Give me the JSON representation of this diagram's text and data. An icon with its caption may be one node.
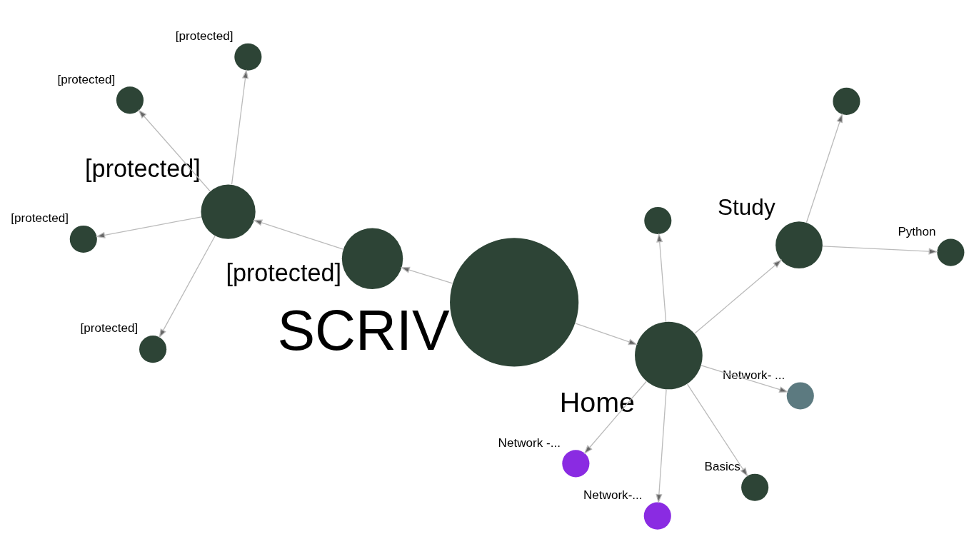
{
  "diagram": {
    "nodes": [
      {
        "text": [
          "SCRIV"
        ]
      },
      {
        "text": [
          "[protected]"
        ]
      },
      {
        "text": [
          "[protected]"
        ]
      },
      {
        "text": [
          "[protected]"
        ]
      },
      {
        "text": [
          "[protected]"
        ]
      },
      {
        "text": [
          "[protected]"
        ]
      },
      {
        "text": [
          "[protected]"
        ]
      },
      {
        "text": [
          "Home"
        ]
      },
      {
        "text": [
          "Network -..."
        ]
      },
      {
        "text": [
          "Basics"
        ]
      },
      {
        "text": [
          "Network-..."
        ]
      },
      {
        "text": [
          "Study"
        ]
      },
      {
        "text": [
          "Python"
        ]
      },
      {
        "text": [],
        "shape": "circle"
      },
      {
        "text": [],
        "shape": "circle"
      },
      {
        "text": [
          "Network- ..."
        ]
      }
    ],
    "edges": [
      {
        "from": 0,
        "to": 1,
        "arrow": "to"
      },
      {
        "from": 1,
        "to": 2,
        "arrow": "to"
      },
      {
        "from": 2,
        "to": 3,
        "arrow": "to"
      },
      {
        "from": 2,
        "to": 4,
        "arrow": "to"
      },
      {
        "from": 2,
        "to": 5,
        "arrow": "to"
      },
      {
        "from": 2,
        "to": 6,
        "arrow": "to"
      },
      {
        "from": 0,
        "to": 7,
        "arrow": "to"
      },
      {
        "from": 7,
        "to": 8,
        "arrow": "to"
      },
      {
        "from": 7,
        "to": 9,
        "arrow": "to"
      },
      {
        "from": 7,
        "to": 10,
        "arrow": "to"
      },
      {
        "from": 7,
        "to": 11,
        "arrow": "to"
      },
      {
        "from": 7,
        "to": 14,
        "arrow": "to"
      },
      {
        "from": 7,
        "to": 15,
        "arrow": "to"
      },
      {
        "from": 11,
        "to": 12,
        "arrow": "to"
      },
      {
        "from": 11,
        "to": 13,
        "arrow": "to"
      }
    ]
  }
}
